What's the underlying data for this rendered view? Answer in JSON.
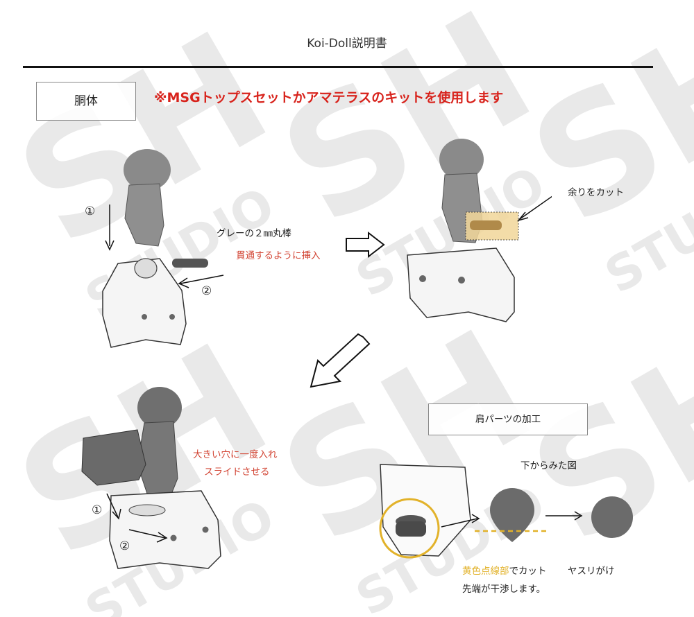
{
  "header": {
    "title": "Koi-Doll説明書"
  },
  "section": {
    "label": "胴体"
  },
  "notice": "※MSGトップスセットかアマテラスのキットを使用します",
  "step1": {
    "num1": "①",
    "num2": "②",
    "rod_label": "グレーの２㎜丸棒",
    "insert_label": "貫通するように挿入"
  },
  "step2": {
    "cut_label": "余りをカット"
  },
  "step3": {
    "num1": "①",
    "num2": "②",
    "line1": "大きい穴に一度入れ",
    "line2": "スライドさせる"
  },
  "shoulder": {
    "box_label": "肩パーツの加工",
    "view_label": "下からみた図",
    "yellow_part": "黄色点線部",
    "cut_text": "でカット",
    "file_text": "ヤスリがけ",
    "note": "先端が干渉します。"
  },
  "colors": {
    "accent_red": "#d8231c",
    "highlight_yellow": "#e2b22a",
    "part_gray": "#6b6b6b"
  }
}
